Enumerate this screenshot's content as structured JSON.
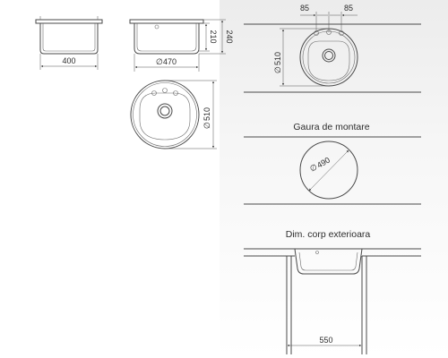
{
  "dimensions": {
    "depth_400": "400",
    "width_470": "470",
    "depth_210": "210",
    "height_240": "240",
    "diameter_510_top": "510",
    "diameter_510_side": "510",
    "tap_offset_left_85": "85",
    "tap_offset_right_85": "85",
    "cutout_diameter_490": "490",
    "cabinet_width_550": "550"
  },
  "labels": {
    "mounting_hole": "Gaura de montare",
    "exterior_body_dim": "Dim. corp exterioara"
  }
}
